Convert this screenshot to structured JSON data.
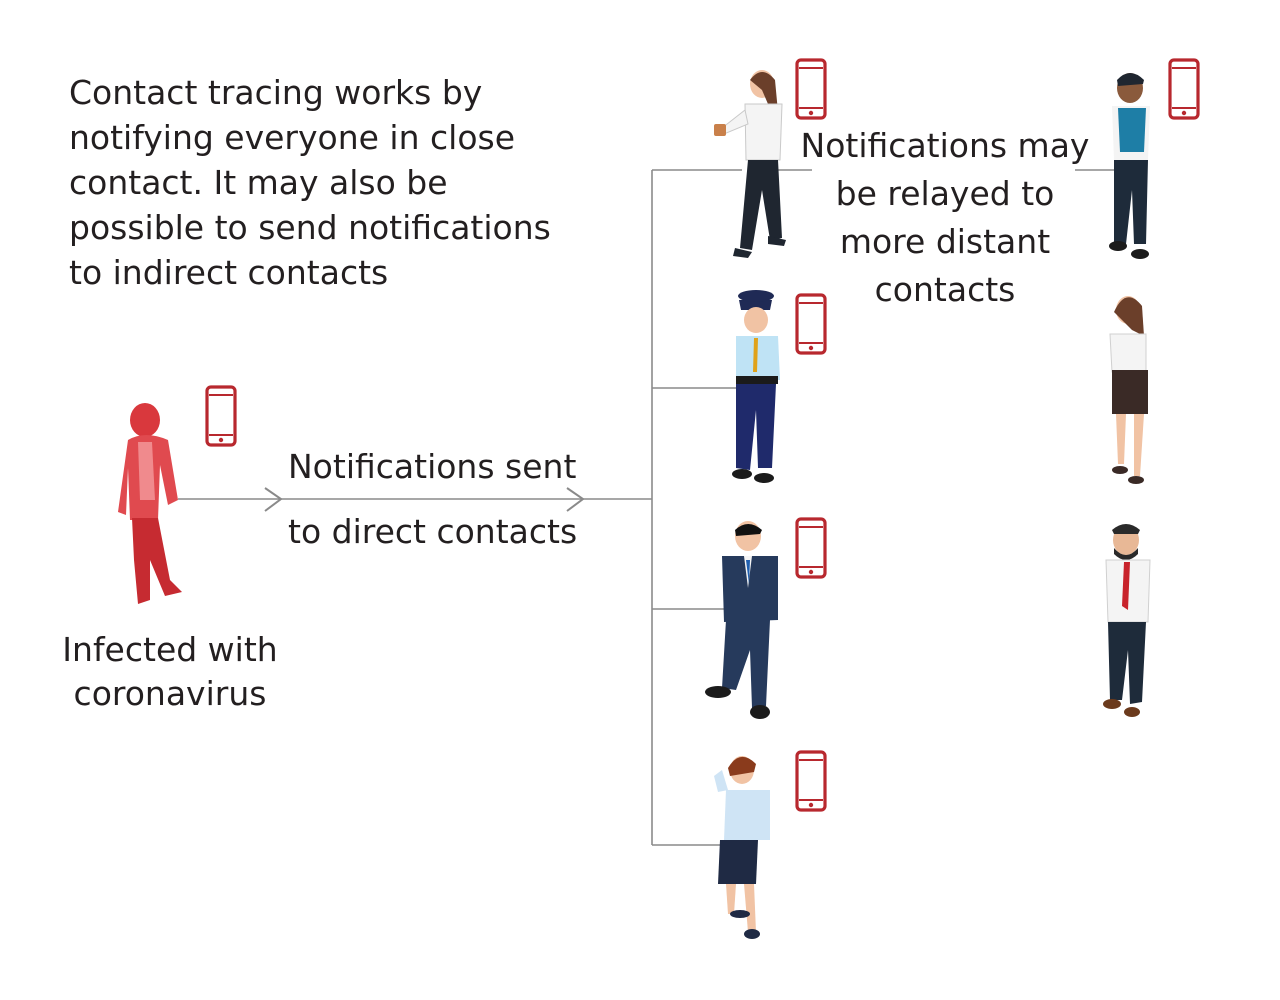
{
  "intro": {
    "lines": [
      "Contact tracing works by",
      "notifying everyone in close",
      "contact. It may also be",
      "possible to send notifications",
      "to indirect contacts"
    ]
  },
  "infected_caption": {
    "lines": [
      "Infected with",
      "coronavirus"
    ]
  },
  "direct_label": {
    "line1": "Notifications sent",
    "line2": "to direct contacts"
  },
  "relay_label": {
    "lines": [
      "Notifications may",
      "be relayed to",
      "more distant",
      "contacts"
    ]
  },
  "people": {
    "infected": "infected-person",
    "direct": [
      "woman-with-coffee",
      "police-officer",
      "man-in-suit",
      "woman-on-phone"
    ],
    "indirect": [
      "man-on-phone",
      "woman-in-skirt",
      "man-with-red-tie"
    ]
  },
  "colors": {
    "text": "#231f20",
    "line": "#8a8a8a",
    "phone": "#b8282e",
    "infected": "#d9383d"
  }
}
